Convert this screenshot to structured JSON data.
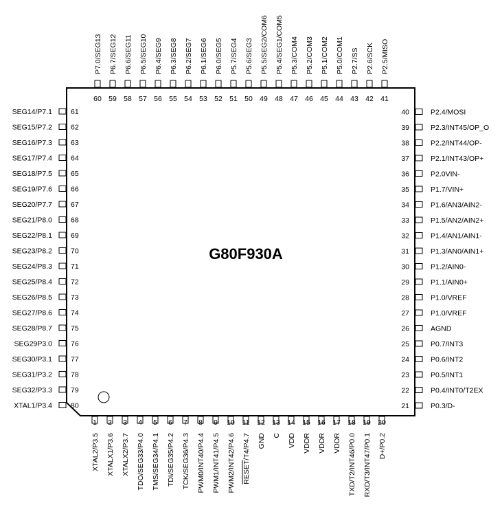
{
  "chip": {
    "name": "G80F930A",
    "pins": [
      {
        "num": "1",
        "label": "XTAL2/P3.5"
      },
      {
        "num": "2",
        "label": "XTALX1/P3.6"
      },
      {
        "num": "3",
        "label": "XTALX2/P3.7"
      },
      {
        "num": "4",
        "label": "TDO/SEG33/P4.0"
      },
      {
        "num": "5",
        "label": "TMS/SEG34/P4.1"
      },
      {
        "num": "6",
        "label": "TDI/SEG35/P4.2"
      },
      {
        "num": "7",
        "label": "TCK/SEG36/P4.3"
      },
      {
        "num": "8",
        "label": "PWM0/INT40/P4.4"
      },
      {
        "num": "9",
        "label": "PWM1/INT41/P4.5"
      },
      {
        "num": "10",
        "label": "PWM2/INT42/P4.6"
      },
      {
        "num": "11",
        "label": "RESET/T4/P4.7",
        "overline": "RESET"
      },
      {
        "num": "12",
        "label": "GND"
      },
      {
        "num": "13",
        "label": "C"
      },
      {
        "num": "14",
        "label": "VDD"
      },
      {
        "num": "15",
        "label": "VDDR"
      },
      {
        "num": "16",
        "label": "VDDR"
      },
      {
        "num": "17",
        "label": "VDDR"
      },
      {
        "num": "18",
        "label": "TXD/T2/INT46/P0.0"
      },
      {
        "num": "19",
        "label": "RXD/T3/INT47/P0.1"
      },
      {
        "num": "20",
        "label": "D+/P0.2"
      },
      {
        "num": "21",
        "label": "P0.3/D-"
      },
      {
        "num": "22",
        "label": "P0.4/INT0/T2EX"
      },
      {
        "num": "23",
        "label": "P0.5/INT1"
      },
      {
        "num": "24",
        "label": "P0.6/INT2"
      },
      {
        "num": "25",
        "label": "P0.7/INT3"
      },
      {
        "num": "26",
        "label": "AGND"
      },
      {
        "num": "27",
        "label": "P1.0/VREF"
      },
      {
        "num": "28",
        "label": "P1.0/VREF"
      },
      {
        "num": "29",
        "label": "P1.1/AIN0+"
      },
      {
        "num": "30",
        "label": "P1.2/AIN0-"
      },
      {
        "num": "31",
        "label": "P1.3/AN0/AIN1+"
      },
      {
        "num": "32",
        "label": "P1.4/AN1/AIN1-"
      },
      {
        "num": "33",
        "label": "P1.5/AN2/AIN2+"
      },
      {
        "num": "34",
        "label": "P1.6/AN3/AIN2-"
      },
      {
        "num": "35",
        "label": "P1.7/VIN+"
      },
      {
        "num": "36",
        "label": "P2.0VIN-"
      },
      {
        "num": "37",
        "label": "P2.1/INT43/OP+"
      },
      {
        "num": "38",
        "label": "P2.2/INT44/OP-"
      },
      {
        "num": "39",
        "label": "P2.3/INT45/OP_O"
      },
      {
        "num": "40",
        "label": "P2.4/MOSI"
      },
      {
        "num": "41",
        "label": "P2.5/MISO"
      },
      {
        "num": "42",
        "label": "P2.6/SCK"
      },
      {
        "num": "43",
        "label": "P2.7/SS"
      },
      {
        "num": "44",
        "label": "P5.0/COM1"
      },
      {
        "num": "45",
        "label": "P5.1/COM2"
      },
      {
        "num": "46",
        "label": "P5.2/COM3"
      },
      {
        "num": "47",
        "label": "P5.3/COM4"
      },
      {
        "num": "48",
        "label": "P5.4/SEG1/COM5"
      },
      {
        "num": "49",
        "label": "P5.5/SEG2/COM6"
      },
      {
        "num": "50",
        "label": "P5.6/SEG3"
      },
      {
        "num": "51",
        "label": "P5.7/SEG4"
      },
      {
        "num": "52",
        "label": "P6.0/SEG5"
      },
      {
        "num": "53",
        "label": "P6.1/SEG6"
      },
      {
        "num": "54",
        "label": "P6.2/SEG7"
      },
      {
        "num": "55",
        "label": "P6.3/SEG8"
      },
      {
        "num": "56",
        "label": "P6.4/SEG9"
      },
      {
        "num": "57",
        "label": "P6.5/SEG10"
      },
      {
        "num": "58",
        "label": "P6.6/SEG11"
      },
      {
        "num": "59",
        "label": "P6.7/SEG12"
      },
      {
        "num": "60",
        "label": "P7.0/SEG13"
      },
      {
        "num": "61",
        "label": "SEG14/P7.1"
      },
      {
        "num": "62",
        "label": "SEG15/P7.2"
      },
      {
        "num": "63",
        "label": "SEG16/P7.3"
      },
      {
        "num": "64",
        "label": "SEG17/P7.4"
      },
      {
        "num": "65",
        "label": "SEG18/P7.5"
      },
      {
        "num": "66",
        "label": "SEG19/P7.6"
      },
      {
        "num": "67",
        "label": "SEG20/P7.7"
      },
      {
        "num": "68",
        "label": "SEG21/P8.0"
      },
      {
        "num": "69",
        "label": "SEG22/P8.1"
      },
      {
        "num": "70",
        "label": "SEG23/P8.2"
      },
      {
        "num": "71",
        "label": "SEG24/P8.3"
      },
      {
        "num": "72",
        "label": "SEG25/P8.4"
      },
      {
        "num": "73",
        "label": "SEG26/P8.5"
      },
      {
        "num": "74",
        "label": "SEG27/P8.6"
      },
      {
        "num": "75",
        "label": "SEG28/P8.7"
      },
      {
        "num": "76",
        "label": "SEG29P3.0"
      },
      {
        "num": "77",
        "label": "SEG30/P3.1"
      },
      {
        "num": "78",
        "label": "SEG31/P3.2"
      },
      {
        "num": "79",
        "label": "SEG32/P3.3"
      },
      {
        "num": "80",
        "label": "XTAL1/P3.4"
      }
    ]
  }
}
